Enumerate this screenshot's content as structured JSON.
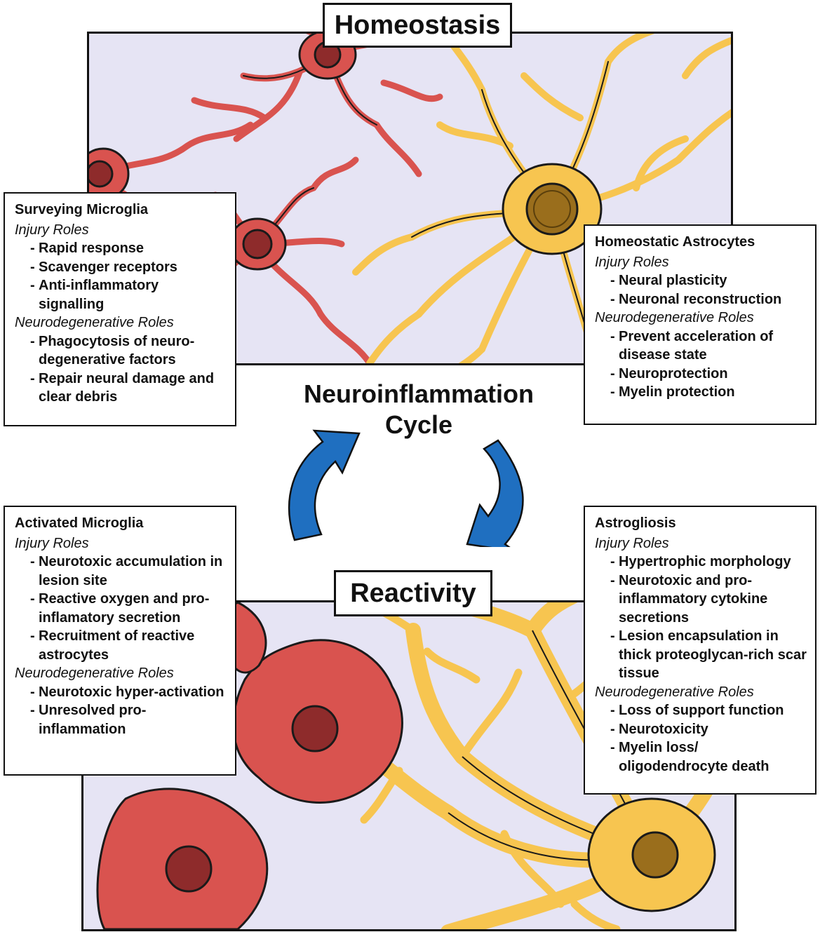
{
  "banners": {
    "top": "Homeostasis",
    "bottom": "Reactivity"
  },
  "cycle_title": {
    "line1": "Neuroinflammation",
    "line2": "Cycle"
  },
  "colors": {
    "background": "#e6e4f4",
    "microglia": "#d9534f",
    "astrocyte": "#f7c550",
    "arrow": "#1f6fc0",
    "nucleus_microglia": "#8e2b2b",
    "nucleus_astrocyte": "#9a6e1c"
  },
  "boxes": {
    "surveying_microglia": {
      "title": "Surveying Microglia",
      "injury_heading": "Injury Roles",
      "injury_items": [
        "Rapid response",
        "Scavenger receptors",
        "Anti-inflammatory signalling"
      ],
      "neuro_heading": "Neurodegenerative Roles",
      "neuro_items": [
        "Phagocytosis of neuro-degenerative factors",
        "Repair neural damage and clear debris"
      ]
    },
    "homeostatic_astrocytes": {
      "title": "Homeostatic Astrocytes",
      "injury_heading": "Injury Roles",
      "injury_items": [
        "Neural plasticity",
        "Neuronal reconstruction"
      ],
      "neuro_heading": "Neurodegenerative Roles",
      "neuro_items": [
        "Prevent acceleration of disease state",
        "Neuroprotection",
        "Myelin protection"
      ]
    },
    "activated_microglia": {
      "title": "Activated Microglia",
      "injury_heading": "Injury Roles",
      "injury_items": [
        "Neurotoxic accumulation in lesion site",
        "Reactive oxygen and pro-inflamatory secretion",
        "Recruitment of reactive astrocytes"
      ],
      "neuro_heading": "Neurodegenerative Roles",
      "neuro_items": [
        "Neurotoxic hyper-activation",
        "Unresolved pro-inflammation"
      ]
    },
    "astrogliosis": {
      "title": "Astrogliosis",
      "injury_heading": "Injury Roles",
      "injury_items": [
        "Hypertrophic morphology",
        "Neurotoxic and pro-inflammatory cytokine secretions",
        "Lesion encapsulation in thick proteoglycan-rich scar tissue"
      ],
      "neuro_heading": "Neurodegenerative Roles",
      "neuro_items": [
        "Loss of support function",
        "Neurotoxicity",
        "Myelin loss/ oligodendrocyte death"
      ]
    }
  }
}
